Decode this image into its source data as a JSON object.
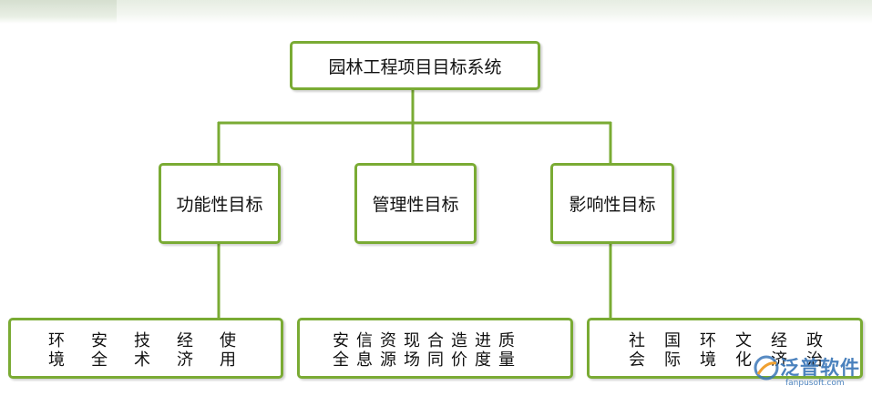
{
  "root": {
    "label": "园林工程项目目标系统"
  },
  "categories": [
    {
      "label": "功能性目标",
      "leaves": [
        [
          "环",
          "境"
        ],
        [
          "安",
          "全"
        ],
        [
          "技",
          "术"
        ],
        [
          "经",
          "济"
        ],
        [
          "使",
          "用"
        ]
      ]
    },
    {
      "label": "管理性目标",
      "leaves": [
        [
          "安",
          "全"
        ],
        [
          "信",
          "息"
        ],
        [
          "资",
          "源"
        ],
        [
          "现",
          "场"
        ],
        [
          "合",
          "同"
        ],
        [
          "造",
          "价"
        ],
        [
          "进",
          "度"
        ],
        [
          "质",
          "量"
        ]
      ]
    },
    {
      "label": "影响性目标",
      "leaves": [
        [
          "社",
          "会"
        ],
        [
          "国",
          "际"
        ],
        [
          "环",
          "境"
        ],
        [
          "文",
          "化"
        ],
        [
          "经",
          "济"
        ],
        [
          "政",
          "治"
        ]
      ]
    }
  ],
  "watermark": {
    "brand": "泛普软件",
    "url": "fanpusoft.com"
  },
  "colors": {
    "border": "#7aab34",
    "watermark": "#3b77b8"
  }
}
